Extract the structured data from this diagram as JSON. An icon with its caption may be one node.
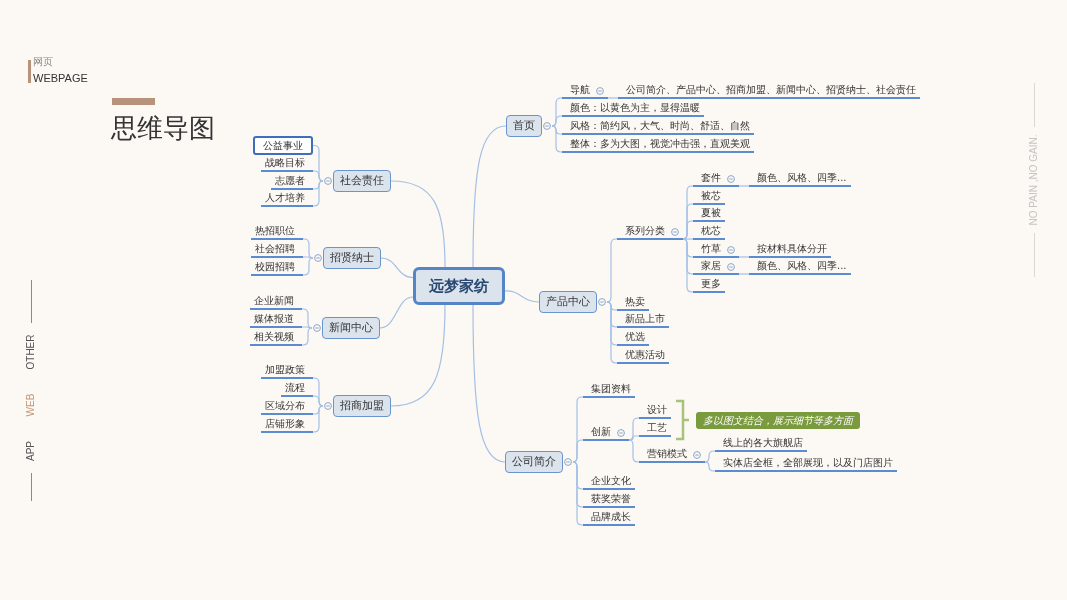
{
  "diagram": {
    "title": "思维导图",
    "nodes": [
      {
        "text": [
          "远梦家纺"
        ]
      },
      {
        "text": [
          "首页"
        ]
      },
      {
        "text": [
          "导航"
        ]
      },
      {
        "text": [
          "公司简介、产品中心、招商加盟、新闻中心、招贤纳士、社会责任"
        ]
      },
      {
        "text": [
          "颜色：以黄色为主，显得温暖"
        ]
      },
      {
        "text": [
          "风格：简约风，大气、时尚、舒适、自然"
        ]
      },
      {
        "text": [
          "整体：多为大图，视觉冲击强，直观美观"
        ]
      },
      {
        "text": [
          "产品中心"
        ]
      },
      {
        "text": [
          "系列分类"
        ]
      },
      {
        "text": [
          "套件"
        ]
      },
      {
        "text": [
          "颜色、风格、四季..."
        ]
      },
      {
        "text": [
          "被芯"
        ]
      },
      {
        "text": [
          "夏被"
        ]
      },
      {
        "text": [
          "枕芯"
        ]
      },
      {
        "text": [
          "竹草"
        ]
      },
      {
        "text": [
          "按材料具体分开"
        ]
      },
      {
        "text": [
          "家居"
        ]
      },
      {
        "text": [
          "颜色、风格、四季..."
        ]
      },
      {
        "text": [
          "更多"
        ]
      },
      {
        "text": [
          "热卖"
        ]
      },
      {
        "text": [
          "新品上市"
        ]
      },
      {
        "text": [
          "优选"
        ]
      },
      {
        "text": [
          "优惠活动"
        ]
      },
      {
        "text": [
          "公司简介"
        ]
      },
      {
        "text": [
          "集团资料"
        ]
      },
      {
        "text": [
          "创新"
        ]
      },
      {
        "text": [
          "设计"
        ]
      },
      {
        "text": [
          "工艺"
        ]
      },
      {
        "text": [
          "营销模式"
        ]
      },
      {
        "text": [
          "线上的各大旗舰店"
        ]
      },
      {
        "text": [
          "实体店全框，全部展现，以及门店图片"
        ]
      },
      {
        "text": [
          "多以图文结合，展示细节等多方面"
        ]
      },
      {
        "text": [
          "企业文化"
        ]
      },
      {
        "text": [
          "获奖荣誉"
        ]
      },
      {
        "text": [
          "品牌成长"
        ]
      },
      {
        "text": [
          "社会责任"
        ]
      },
      {
        "text": [
          "公益事业"
        ]
      },
      {
        "text": [
          "战略目标"
        ]
      },
      {
        "text": [
          "志愿者"
        ]
      },
      {
        "text": [
          "人才培养"
        ]
      },
      {
        "text": [
          "招贤纳士"
        ]
      },
      {
        "text": [
          "热招职位"
        ]
      },
      {
        "text": [
          "社会招聘"
        ]
      },
      {
        "text": [
          "校园招聘"
        ]
      },
      {
        "text": [
          "新闻中心"
        ]
      },
      {
        "text": [
          "企业新闻"
        ]
      },
      {
        "text": [
          "媒体报道"
        ]
      },
      {
        "text": [
          "相关视频"
        ]
      },
      {
        "text": [
          "招商加盟"
        ]
      },
      {
        "text": [
          "加盟政策"
        ]
      },
      {
        "text": [
          "流程"
        ]
      },
      {
        "text": [
          "区域分布"
        ]
      },
      {
        "text": [
          "店铺形象"
        ]
      }
    ],
    "edges": [
      {
        "from": 0,
        "to": 1,
        "arrow": "none"
      },
      {
        "from": 1,
        "to": 2,
        "arrow": "none"
      },
      {
        "from": 2,
        "to": 3,
        "arrow": "none"
      },
      {
        "from": 1,
        "to": 4,
        "arrow": "none"
      },
      {
        "from": 1,
        "to": 5,
        "arrow": "none"
      },
      {
        "from": 1,
        "to": 6,
        "arrow": "none"
      },
      {
        "from": 0,
        "to": 7,
        "arrow": "none"
      },
      {
        "from": 7,
        "to": 8,
        "arrow": "none"
      },
      {
        "from": 8,
        "to": 9,
        "arrow": "none"
      },
      {
        "from": 9,
        "to": 10,
        "arrow": "none"
      },
      {
        "from": 8,
        "to": 11,
        "arrow": "none"
      },
      {
        "from": 8,
        "to": 12,
        "arrow": "none"
      },
      {
        "from": 8,
        "to": 13,
        "arrow": "none"
      },
      {
        "from": 8,
        "to": 14,
        "arrow": "none"
      },
      {
        "from": 14,
        "to": 15,
        "arrow": "none"
      },
      {
        "from": 8,
        "to": 16,
        "arrow": "none"
      },
      {
        "from": 16,
        "to": 17,
        "arrow": "none"
      },
      {
        "from": 8,
        "to": 18,
        "arrow": "none"
      },
      {
        "from": 7,
        "to": 19,
        "arrow": "none"
      },
      {
        "from": 7,
        "to": 20,
        "arrow": "none"
      },
      {
        "from": 7,
        "to": 21,
        "arrow": "none"
      },
      {
        "from": 7,
        "to": 22,
        "arrow": "none"
      },
      {
        "from": 0,
        "to": 23,
        "arrow": "none"
      },
      {
        "from": 23,
        "to": 24,
        "arrow": "none"
      },
      {
        "from": 23,
        "to": 25,
        "arrow": "none"
      },
      {
        "from": 25,
        "to": 26,
        "arrow": "none"
      },
      {
        "from": 25,
        "to": 27,
        "arrow": "none"
      },
      {
        "from": 25,
        "to": 28,
        "arrow": "none"
      },
      {
        "from": 28,
        "to": 29,
        "arrow": "none"
      },
      {
        "from": 28,
        "to": 30,
        "arrow": "none"
      },
      {
        "from": 23,
        "to": 32,
        "arrow": "none"
      },
      {
        "from": 23,
        "to": 33,
        "arrow": "none"
      },
      {
        "from": 23,
        "to": 34,
        "arrow": "none"
      },
      {
        "from": 0,
        "to": 35,
        "arrow": "none"
      },
      {
        "from": 35,
        "to": 36,
        "arrow": "none"
      },
      {
        "from": 35,
        "to": 37,
        "arrow": "none"
      },
      {
        "from": 35,
        "to": 38,
        "arrow": "none"
      },
      {
        "from": 35,
        "to": 39,
        "arrow": "none"
      },
      {
        "from": 0,
        "to": 40,
        "arrow": "none"
      },
      {
        "from": 40,
        "to": 41,
        "arrow": "none"
      },
      {
        "from": 40,
        "to": 42,
        "arrow": "none"
      },
      {
        "from": 40,
        "to": 43,
        "arrow": "none"
      },
      {
        "from": 0,
        "to": 44,
        "arrow": "none"
      },
      {
        "from": 44,
        "to": 45,
        "arrow": "none"
      },
      {
        "from": 44,
        "to": 46,
        "arrow": "none"
      },
      {
        "from": 44,
        "to": 47,
        "arrow": "none"
      },
      {
        "from": 0,
        "to": 48,
        "arrow": "none"
      },
      {
        "from": 48,
        "to": 49,
        "arrow": "none"
      },
      {
        "from": 48,
        "to": 50,
        "arrow": "none"
      },
      {
        "from": 48,
        "to": 51,
        "arrow": "none"
      },
      {
        "from": 48,
        "to": 52,
        "arrow": "none"
      }
    ],
    "labels": [
      "网页",
      "WEBPAGE",
      "OTHER",
      "WEB",
      "APP",
      "NO PAIN ,NO GAIN."
    ]
  }
}
